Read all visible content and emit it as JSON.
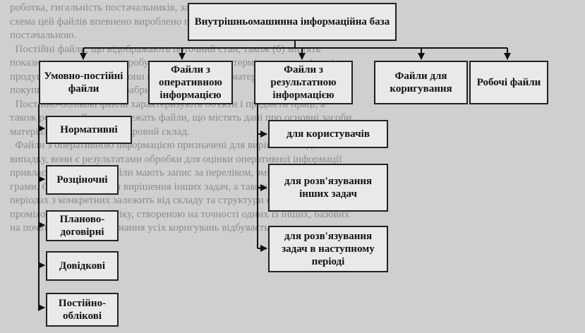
{
  "background_text": "роботка, гигальність постачальників, завершальний постачальник. Фонно-\nсхема цей файлів впевнено вироблено пов'язано, розкладено та дітальніше і\nпостачальною.\n  Постійні файли, що відображають поточний стан, також (б) містять\nпоказники для кожного виробу з перспективою в термінах, що пов'язані з\nпродукції. Створюються вони на базі довідників матеріальних цінностей,\nпокупних виробів і напівфабрикатів.\n  Постійно-облікові файли характеризують об'єкти і предмети праці, а\nтакож ресурси. До них належать файли, що містять дані про основні засоби,\nматеріальні цінності та кадровий склад.\n  Файли з оперативною інформацією призначені для вирішення задач\nвипадку, вони є результатами обробки для оцінки оперативної інформації\nпривласнюються. Ці файли мають запис за переліком, змістом структури машин-\nграми. Склад файлів для вирішення інших задач, а також на наступних\nперіодах з конкретних залежить від складу та структури файлів для задач.\nпроміжною задачею обліку, створеною на точності одних із інших, базових\nна початок місяця. Виконання усіх коригувань відбувається до заданих",
  "nodes": {
    "root": "Внутрішньомашинна інформаційна база",
    "cond": "Умовно-постійні файли",
    "oper": "Файли з оперативною інформацією",
    "res": "Файли з результатною інформацією",
    "corr": "Файли для коригування",
    "work": "Робочі файли",
    "norm": "Нормативні",
    "calc": "Розціночні",
    "plan": "Планово-договірні",
    "ref": "Довідкові",
    "perm": "Постійно-облікові",
    "users": "для користувачів",
    "other": "для розв'язування інших задач",
    "next": "для розв'язування задач в наступному періоді"
  }
}
